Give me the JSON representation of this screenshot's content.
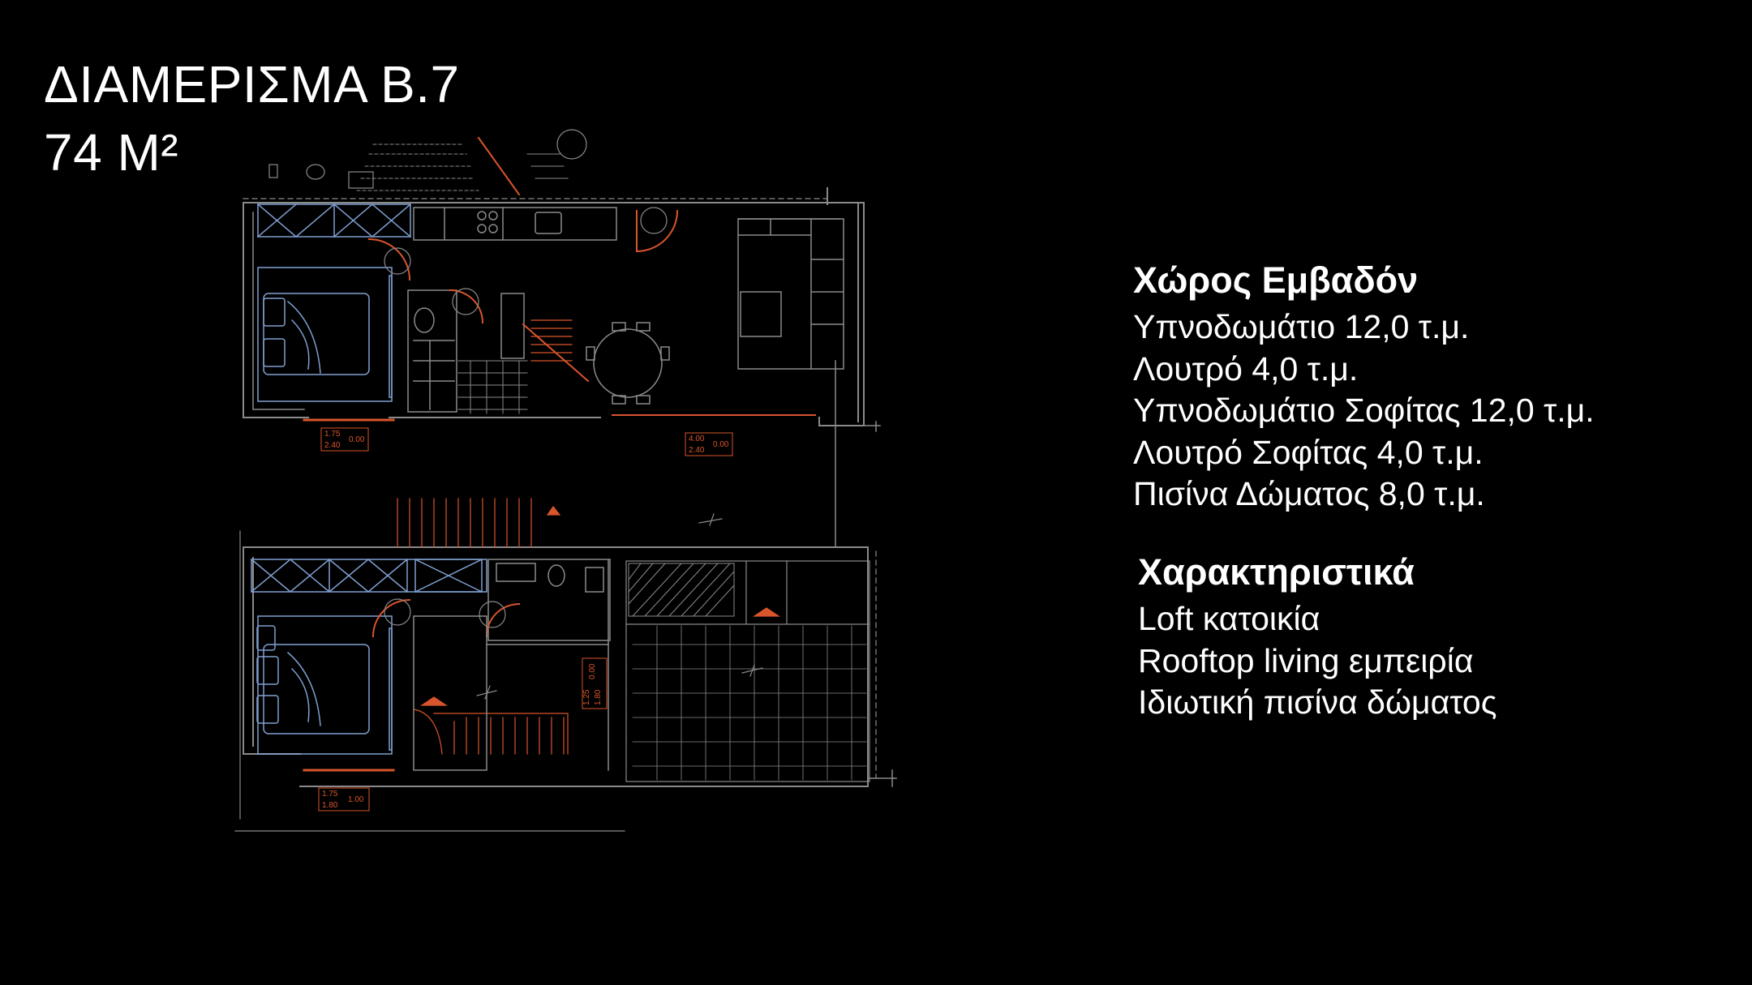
{
  "title": {
    "line1": "ΔΙΑΜΕΡΙΣΜΑ Β.7",
    "line2": "74 M²"
  },
  "area_section": {
    "heading": "Χώρος Εμβαδόν",
    "items": [
      "Υπνοδωμάτιο 12,0 τ.μ.",
      "Λουτρό 4,0 τ.μ.",
      "Υπνοδωμάτιο Σοφίτας 12,0 τ.μ.",
      "Λουτρό Σοφίτας 4,0 τ.μ.",
      "Πισίνα Δώματος 8,0 τ.μ."
    ]
  },
  "features_section": {
    "heading": "Χαρακτηριστικά",
    "items": [
      "Loft κατοικία",
      "Rooftop living εμπειρία",
      "Ιδιωτική πισίνα δώματος"
    ]
  },
  "plan_labels": {
    "upper_bed_window": [
      "1.75",
      "2.40",
      "0.00"
    ],
    "upper_living_window": [
      "4.00",
      "2.40",
      "0.00"
    ],
    "lower_bed_window": [
      "1.75",
      "1.80",
      "1.00"
    ],
    "lower_bath_window": [
      "1.25",
      "1.80",
      "0.00"
    ]
  },
  "colors": {
    "background": "#000000",
    "walls": "#8a8a8a",
    "furniture": "#7f9fd0",
    "accent": "#d9552b"
  }
}
